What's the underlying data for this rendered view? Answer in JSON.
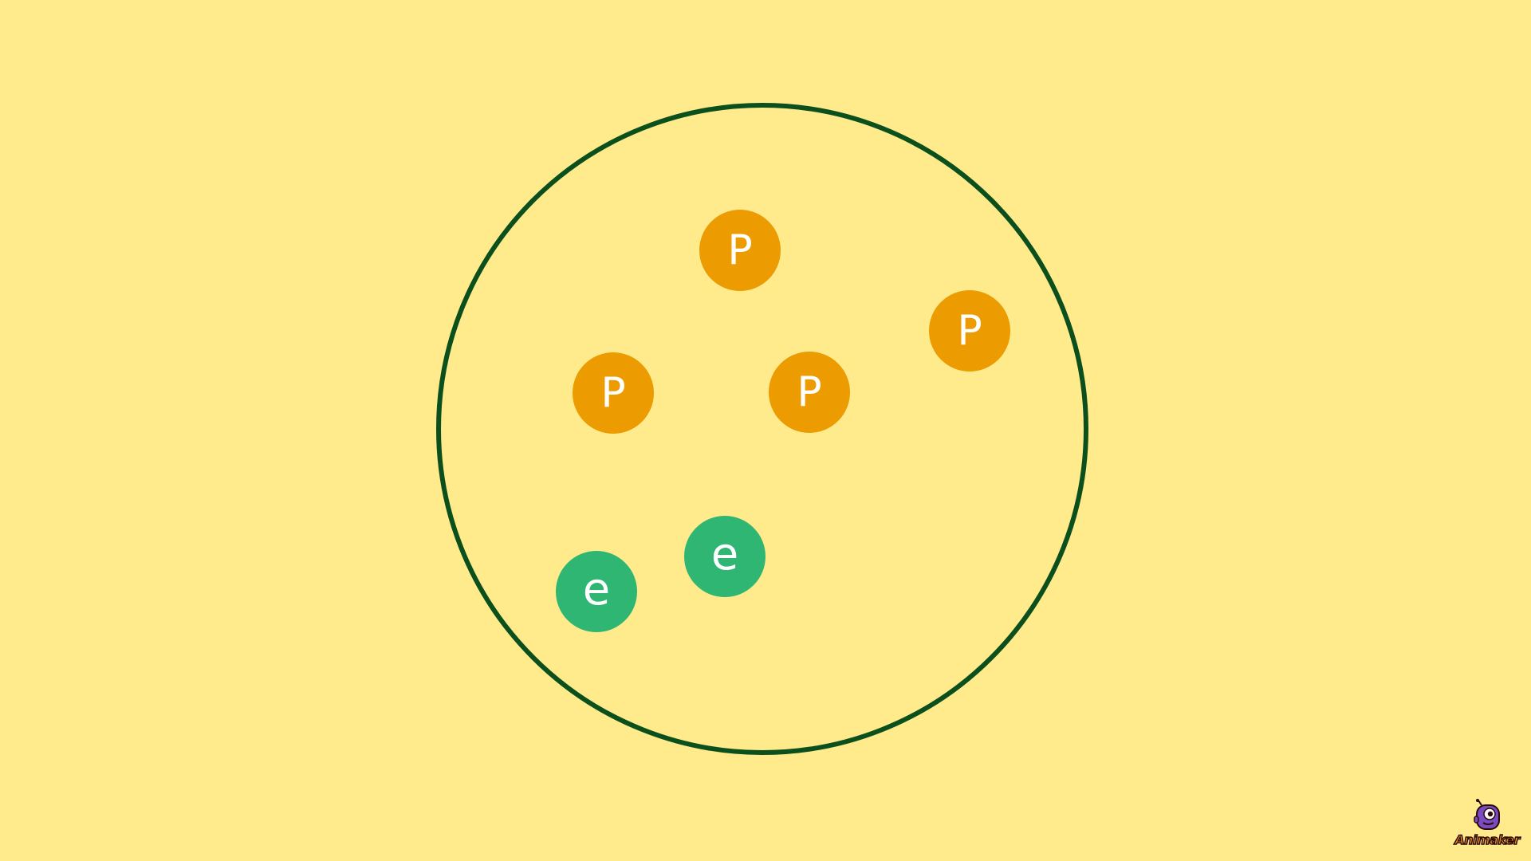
{
  "particles": {
    "proton_label": "P",
    "electron_label": "e",
    "proton_color": "#EC9B00",
    "electron_color": "#2FB673",
    "boundary_color": "#0B4F1C",
    "background_color": "#FFEA8C"
  },
  "branding": {
    "logo_text": "Animaker"
  }
}
